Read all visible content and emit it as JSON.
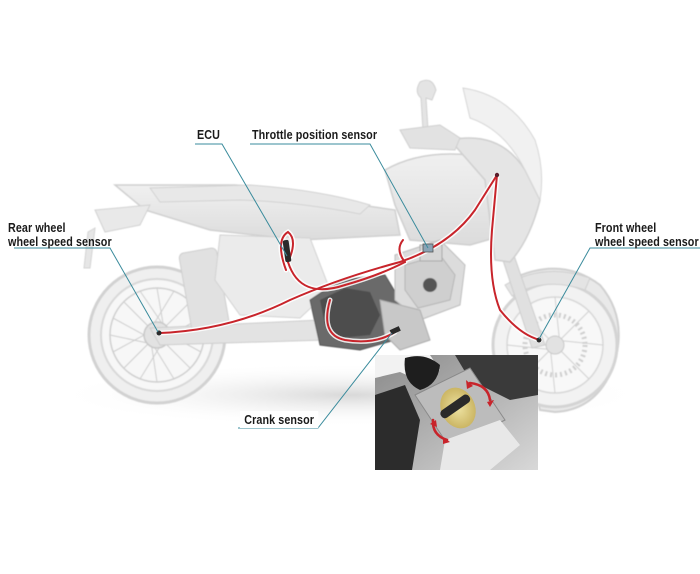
{
  "title": "Motorcycle sensor layout diagram",
  "colors": {
    "leader_line": "#3a8b9c",
    "harness": "#c8242b",
    "bike_body": "#e6e6e6",
    "bike_outline": "#cfcfcf",
    "engine_dark": "#5a5a5a",
    "valve_yellow": "#e8d77a"
  },
  "labels": {
    "rear_wheel": {
      "line1": "Rear wheel",
      "line2": "wheel speed sensor"
    },
    "ecu": {
      "text": "ECU"
    },
    "throttle": {
      "text": "Throttle position sensor"
    },
    "front_wheel": {
      "line1": "Front wheel",
      "line2": "wheel speed sensor"
    },
    "crank": {
      "text": "Crank sensor"
    }
  },
  "inset": {
    "subject": "throttle-body-cutaway",
    "arrows": [
      "rotation-arrow-upper",
      "rotation-arrow-lower"
    ]
  }
}
